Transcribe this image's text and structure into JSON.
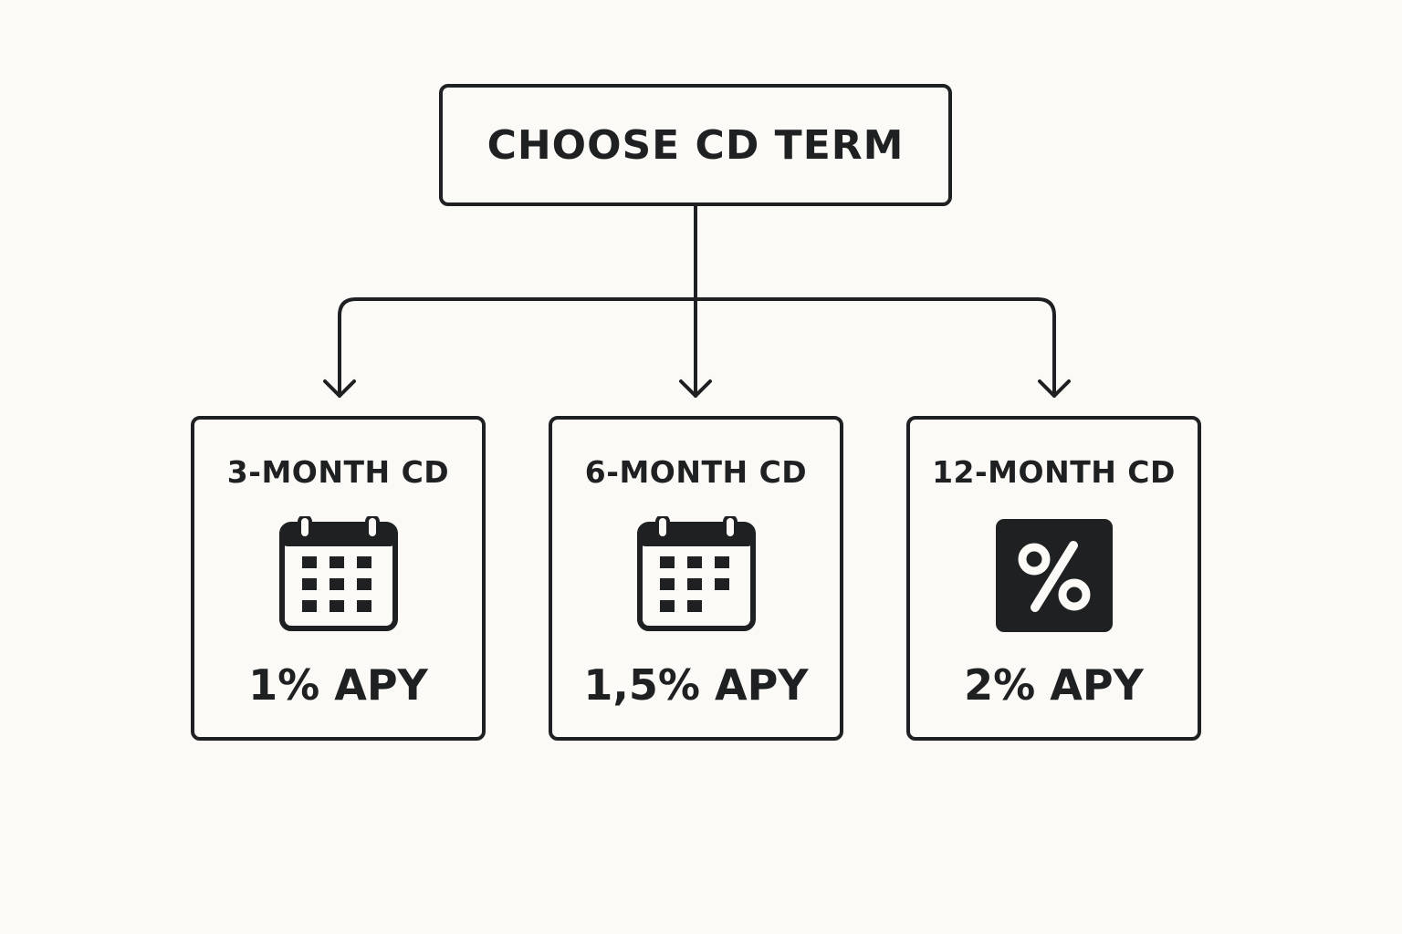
{
  "diagram": {
    "root": {
      "label": "CHOOSE CD TERM"
    },
    "options": [
      {
        "title": "3-MONTH CD",
        "rate": "1% APY",
        "icon": "calendar-icon"
      },
      {
        "title": "6-MONTH CD",
        "rate": "1,5% APY",
        "icon": "calendar-icon"
      },
      {
        "title": "12-MONTH CD",
        "rate": "2% APY",
        "icon": "percent-icon"
      }
    ]
  },
  "colors": {
    "ink": "#1f2022",
    "background": "#fbfaf6"
  }
}
